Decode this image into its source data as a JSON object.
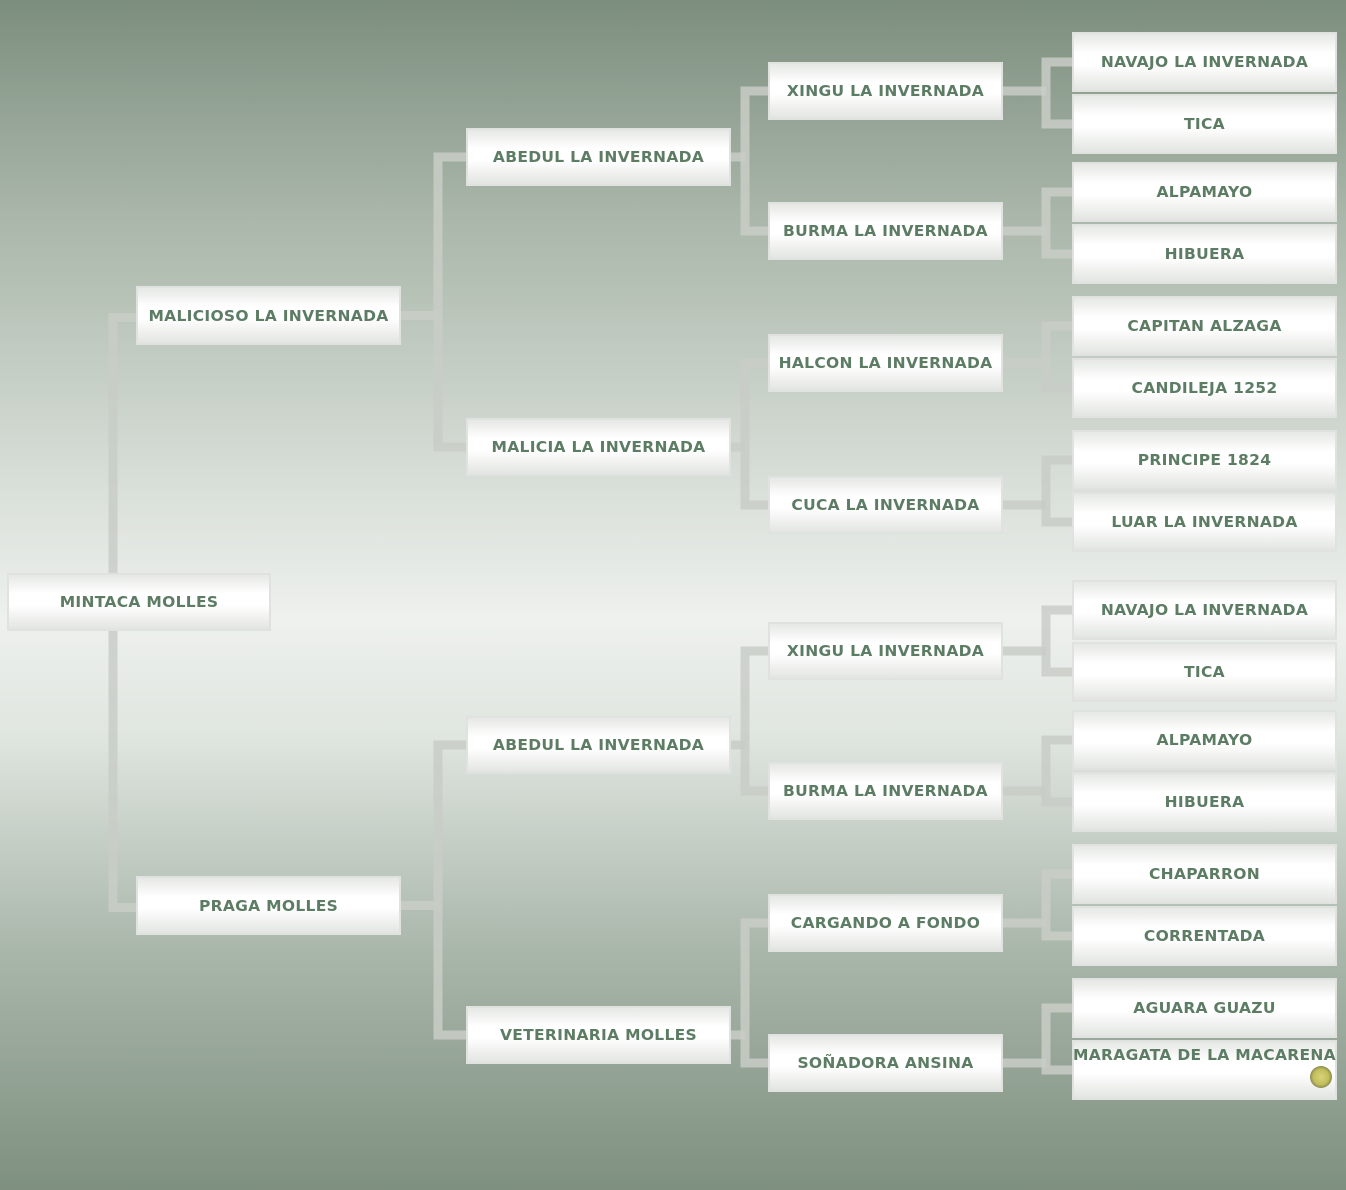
{
  "pedigree": {
    "subject": "MINTACA MOLLES",
    "sire": "MALICIOSO LA INVERNADA",
    "dam": "PRAGA MOLLES",
    "generation2": [
      "ABEDUL LA INVERNADA",
      "MALICIA LA INVERNADA",
      "ABEDUL LA INVERNADA",
      "VETERINARIA MOLLES"
    ],
    "generation3": [
      "XINGU LA INVERNADA",
      "BURMA LA INVERNADA",
      "HALCON LA INVERNADA",
      "CUCA LA INVERNADA",
      "XINGU LA INVERNADA",
      "BURMA LA INVERNADA",
      "CARGANDO A FONDO",
      "SOÑADORA ANSINA"
    ],
    "generation4": [
      "NAVAJO LA INVERNADA",
      "TICA",
      "ALPAMAYO",
      "HIBUERA",
      "CAPITAN ALZAGA",
      "CANDILEJA 1252",
      "PRINCIPE 1824",
      "LUAR LA INVERNADA",
      "NAVAJO LA INVERNADA",
      "TICA",
      "ALPAMAYO",
      "HIBUERA",
      "CHAPARRON",
      "CORRENTADA",
      "AGUARA GUAZU",
      "MARAGATA DE LA MACARENA"
    ]
  },
  "colors": {
    "text": "#5d7c64",
    "connector": "#c9ccc7"
  },
  "icons": {
    "seal": "breed-registry-seal-icon"
  }
}
